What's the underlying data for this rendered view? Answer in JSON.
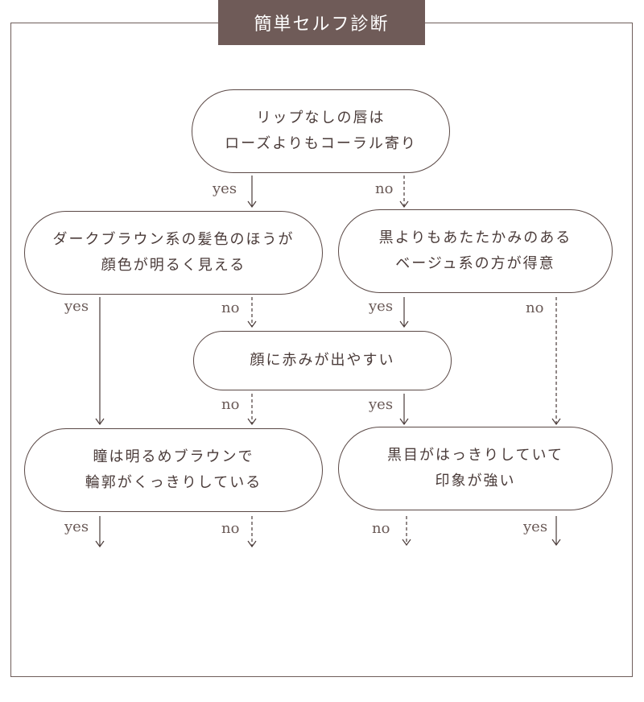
{
  "title": "簡単セルフ診断",
  "nodes": [
    {
      "lines": [
        "リップなしの唇は",
        "ローズよりもコーラル寄り"
      ]
    },
    {
      "lines": [
        "ダークブラウン系の髪色のほうが",
        "顔色が明るく見える"
      ]
    },
    {
      "lines": [
        "黒よりもあたたかみのある",
        "ベージュ系の方が得意"
      ]
    },
    {
      "lines": [
        "顔に赤みが出やすい"
      ]
    },
    {
      "lines": [
        "瞳は明るめブラウンで",
        "輪郭がくっきりしている"
      ]
    },
    {
      "lines": [
        "黒目がはっきりしていて",
        "印象が強い"
      ]
    }
  ],
  "labels": {
    "yes": "yes",
    "no": "no"
  }
}
